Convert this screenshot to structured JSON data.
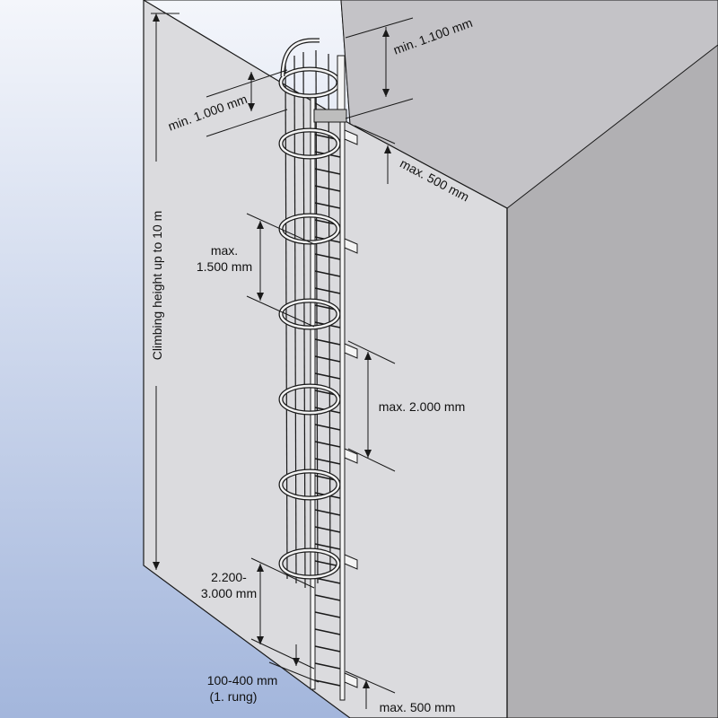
{
  "colors": {
    "background_top": "#f4f6fb",
    "background_bottom": "#a3b6dc",
    "wall_front": "#dbdbde",
    "wall_side": "#b1b0b3",
    "ledge_top": "#c4c3c7",
    "steel": "#f4f4f4",
    "outline": "#1a1a1a"
  },
  "labels": {
    "climbing_height": "Climbing height up to 10 m",
    "min_1000": "min. 1.000 mm",
    "min_1100": "min. 1.100 mm",
    "max_500_top": "max. 500 mm",
    "max_1500_line1": "max.",
    "max_1500_line2": "1.500 mm",
    "max_2000": "max. 2.000 mm",
    "range_2200_line1": "2.200-",
    "range_2200_line2": "3.000 mm",
    "range_100_line1": "100-400 mm",
    "range_100_line2": "(1. rung)",
    "max_500_bottom": "max. 500 mm"
  }
}
